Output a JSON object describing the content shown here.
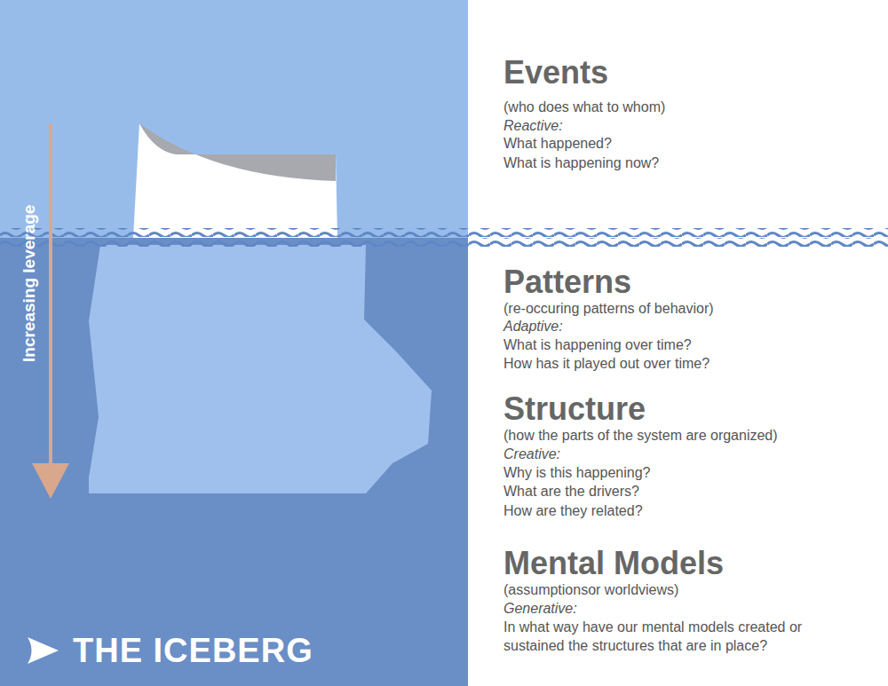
{
  "diagram": {
    "title": "THE ICEBERG",
    "labels": [
      "Increasing leverage",
      "Events",
      "(who does what to whom)",
      "Reactive:",
      "What happened?",
      "What is happening now?",
      "Patterns",
      "(re-occuring patterns of behavior)",
      "Adaptive:",
      "What is happening over time?",
      "How has it played out over time?",
      "Structure",
      "(how the parts of the system are organized)",
      "Creative:",
      "Why is this happening?",
      "What are the drivers?",
      "How are they related?",
      "Mental Models",
      "(assumptionsor worldviews)",
      "Generative:",
      "In what way have our mental models created or sustained the structures that are in place?"
    ]
  }
}
